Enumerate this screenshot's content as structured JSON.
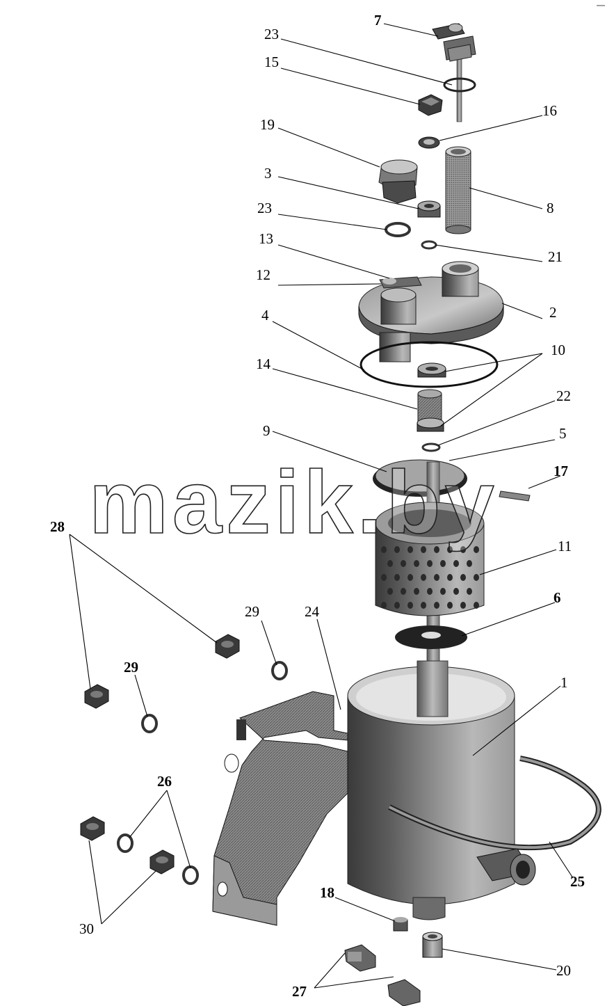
{
  "watermark": "mazik.by",
  "callouts": [
    {
      "id": "7",
      "text": "7",
      "bold": true
    },
    {
      "id": "23a",
      "text": "23",
      "bold": false
    },
    {
      "id": "15",
      "text": "15",
      "bold": false
    },
    {
      "id": "16",
      "text": "16",
      "bold": false
    },
    {
      "id": "19",
      "text": "19",
      "bold": false
    },
    {
      "id": "3",
      "text": "3",
      "bold": false
    },
    {
      "id": "8",
      "text": "8",
      "bold": false
    },
    {
      "id": "23b",
      "text": "23",
      "bold": false
    },
    {
      "id": "13",
      "text": "13",
      "bold": false
    },
    {
      "id": "21",
      "text": "21",
      "bold": false
    },
    {
      "id": "12",
      "text": "12",
      "bold": false
    },
    {
      "id": "2",
      "text": "2",
      "bold": false
    },
    {
      "id": "4",
      "text": "4",
      "bold": false
    },
    {
      "id": "10",
      "text": "10",
      "bold": false
    },
    {
      "id": "14",
      "text": "14",
      "bold": false
    },
    {
      "id": "22",
      "text": "22",
      "bold": false
    },
    {
      "id": "9",
      "text": "9",
      "bold": false
    },
    {
      "id": "5",
      "text": "5",
      "bold": false
    },
    {
      "id": "17",
      "text": "17",
      "bold": true
    },
    {
      "id": "28",
      "text": "28",
      "bold": true
    },
    {
      "id": "11",
      "text": "11",
      "bold": false
    },
    {
      "id": "6",
      "text": "6",
      "bold": true
    },
    {
      "id": "29a",
      "text": "29",
      "bold": false
    },
    {
      "id": "24",
      "text": "24",
      "bold": false
    },
    {
      "id": "29b",
      "text": "29",
      "bold": true
    },
    {
      "id": "1",
      "text": "1",
      "bold": false
    },
    {
      "id": "26",
      "text": "26",
      "bold": true
    },
    {
      "id": "25",
      "text": "25",
      "bold": true
    },
    {
      "id": "18",
      "text": "18",
      "bold": true
    },
    {
      "id": "30",
      "text": "30",
      "bold": false
    },
    {
      "id": "20",
      "text": "20",
      "bold": false
    },
    {
      "id": "27",
      "text": "27",
      "bold": true
    }
  ]
}
